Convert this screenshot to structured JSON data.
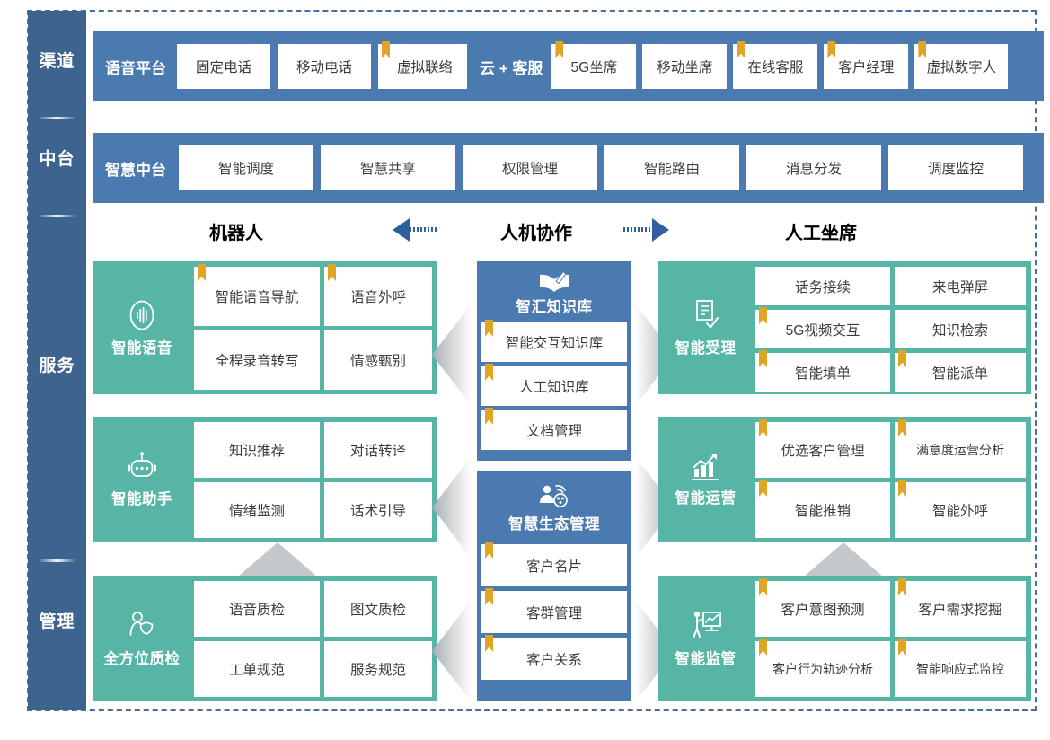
{
  "sidebar": {
    "items": [
      {
        "label": "渠道"
      },
      {
        "label": "中台"
      },
      {
        "label": "服务"
      },
      {
        "label": "管理"
      }
    ]
  },
  "channel_row": {
    "groups": [
      {
        "title": "语音平台",
        "items": [
          {
            "label": "固定电话",
            "bookmark": false
          },
          {
            "label": "移动电话",
            "bookmark": false
          },
          {
            "label": "虚拟联络",
            "bookmark": true
          }
        ]
      },
      {
        "title": "云 + 客服",
        "items": [
          {
            "label": "5G坐席",
            "bookmark": true
          },
          {
            "label": "移动坐席",
            "bookmark": false
          },
          {
            "label": "在线客服",
            "bookmark": true
          },
          {
            "label": "客户经理",
            "bookmark": true
          },
          {
            "label": "虚拟数字人",
            "bookmark": true
          }
        ]
      }
    ]
  },
  "platform_row": {
    "title": "智慧中台",
    "items": [
      {
        "label": "智能调度"
      },
      {
        "label": "智慧共享"
      },
      {
        "label": "权限管理"
      },
      {
        "label": "智能路由"
      },
      {
        "label": "消息分发"
      },
      {
        "label": "调度监控"
      }
    ]
  },
  "section_header": {
    "left": "机器人",
    "center": "人机协作",
    "right": "人工坐席"
  },
  "left_column": {
    "panels": [
      {
        "title": "智能语音",
        "icon": "voice-wave-icon",
        "items": [
          {
            "label": "智能语音导航",
            "bookmark": true
          },
          {
            "label": "语音外呼",
            "bookmark": true
          },
          {
            "label": "全程录音转写",
            "bookmark": false
          },
          {
            "label": "情感甄别",
            "bookmark": false
          }
        ]
      },
      {
        "title": "智能助手",
        "icon": "robot-icon",
        "items": [
          {
            "label": "知识推荐",
            "bookmark": false
          },
          {
            "label": "对话转译",
            "bookmark": false
          },
          {
            "label": "情绪监测",
            "bookmark": false
          },
          {
            "label": "话术引导",
            "bookmark": false
          }
        ]
      },
      {
        "title": "全方位质检",
        "icon": "person-shield-icon",
        "items": [
          {
            "label": "语音质检",
            "bookmark": false
          },
          {
            "label": "图文质检",
            "bookmark": false
          },
          {
            "label": "工单规范",
            "bookmark": false
          },
          {
            "label": "服务规范",
            "bookmark": false
          }
        ]
      }
    ]
  },
  "center_column": {
    "panels": [
      {
        "title": "智汇知识库",
        "icon": "book-pen-icon",
        "items": [
          {
            "label": "智能交互知识库",
            "bookmark": true
          },
          {
            "label": "人工知识库",
            "bookmark": true
          },
          {
            "label": "文档管理",
            "bookmark": true
          }
        ]
      },
      {
        "title": "智慧生态管理",
        "icon": "person-network-icon",
        "items": [
          {
            "label": "客户名片",
            "bookmark": true
          },
          {
            "label": "客群管理",
            "bookmark": true
          },
          {
            "label": "客户关系",
            "bookmark": true
          }
        ]
      }
    ]
  },
  "right_column": {
    "panels": [
      {
        "title": "智能受理",
        "icon": "document-check-icon",
        "items": [
          {
            "label": "话务接续",
            "bookmark": false
          },
          {
            "label": "来电弹屏",
            "bookmark": false
          },
          {
            "label": "5G视频交互",
            "bookmark": true
          },
          {
            "label": "知识检索",
            "bookmark": false
          },
          {
            "label": "智能填单",
            "bookmark": true
          },
          {
            "label": "智能派单",
            "bookmark": true
          }
        ]
      },
      {
        "title": "智能运营",
        "icon": "chart-growth-icon",
        "items": [
          {
            "label": "优选客户管理",
            "bookmark": true
          },
          {
            "label": "满意度运营分析",
            "bookmark": true
          },
          {
            "label": "智能推销",
            "bookmark": true
          },
          {
            "label": "智能外呼",
            "bookmark": true
          }
        ]
      },
      {
        "title": "智能监管",
        "icon": "presenter-board-icon",
        "items": [
          {
            "label": "客户意图预测",
            "bookmark": true
          },
          {
            "label": "客户需求挖掘",
            "bookmark": true
          },
          {
            "label": "客户行为轨迹分析",
            "bookmark": true
          },
          {
            "label": "智能响应式监控",
            "bookmark": true
          }
        ]
      }
    ]
  },
  "colors": {
    "sidebar_blue": "#3d648f",
    "band_blue": "#4a7ab0",
    "panel_teal": "#57b5a6",
    "bookmark_orange": "#e0a526",
    "arrow_blue": "#2f5fa0",
    "frame_dash": "#4a6f9c"
  }
}
